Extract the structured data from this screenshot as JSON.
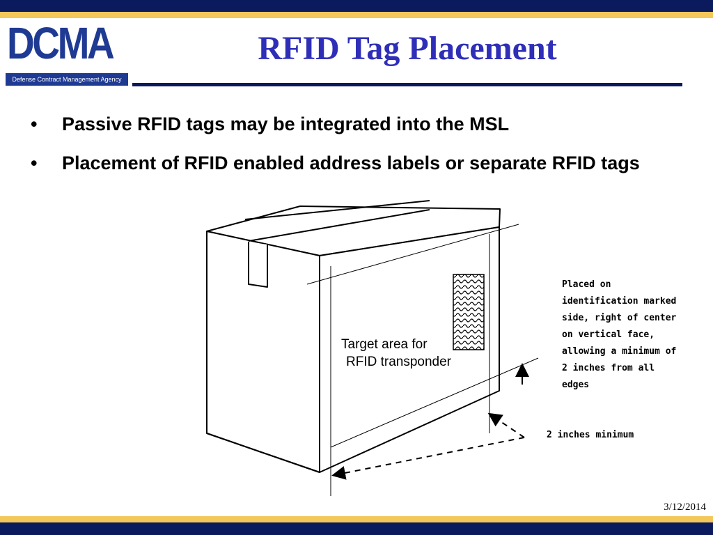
{
  "logo": {
    "text": "DCMA",
    "subtitle": "Defense Contract Management Agency"
  },
  "title": "RFID Tag Placement",
  "bullets": [
    "Passive RFID tags may be integrated into the MSL",
    "Placement of RFID enabled address labels or separate RFID tags"
  ],
  "bullet_marker": "•",
  "figure": {
    "target_label_line1": "Target area for",
    "target_label_line2": "RFID transponder",
    "note_lines": [
      "Placed on",
      "identification marked",
      "side, right of center",
      "on vertical face,",
      "allowing a minimum of",
      "2 inches from all",
      "edges"
    ],
    "min_label": "2 inches minimum"
  },
  "date": "3/12/2014",
  "colors": {
    "navy": "#0b1a5c",
    "gold": "#f3c75a",
    "title_blue": "#2e2eb8",
    "logo_blue": "#1f3a93"
  }
}
